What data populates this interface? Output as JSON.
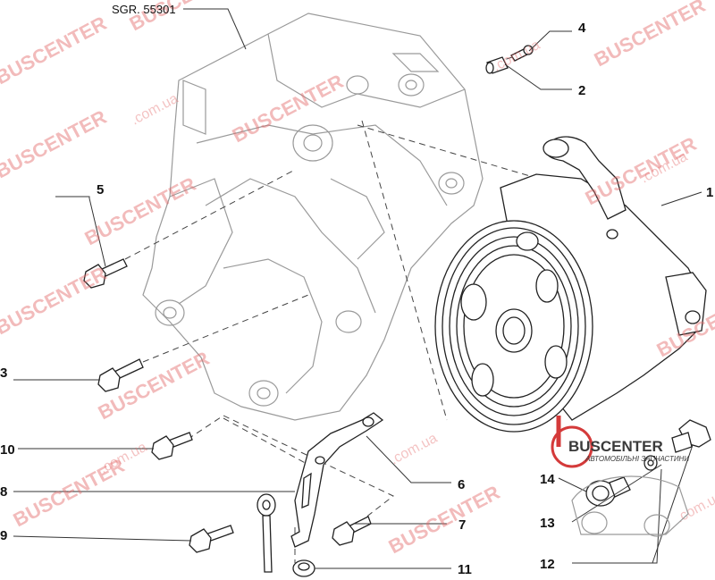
{
  "drawing_code": "SGR. 55301",
  "callouts": {
    "c1": "1",
    "c2": "2",
    "c3": "3",
    "c4": "4",
    "c5": "5",
    "c6": "6",
    "c7": "7",
    "c8": "8",
    "c9": "9",
    "c10": "10",
    "c11": "11",
    "c12": "12",
    "c13": "13",
    "c14": "14"
  },
  "watermark": {
    "brand": "BUSCENTER",
    "domain": ".com.ua"
  },
  "logo": {
    "name": "BUSCENTER",
    "tagline": "АВТОМОБІЛЬНІ ЗАПЧАСТИНИ"
  },
  "colors": {
    "watermark": "#e46a6a",
    "logo_ring": "#d43a3a",
    "line": "#222222"
  }
}
